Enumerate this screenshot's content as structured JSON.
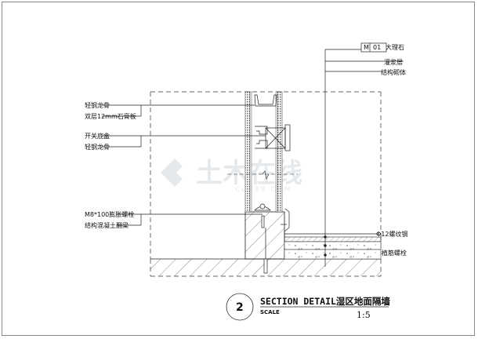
{
  "drawing": {
    "tag": {
      "code": "M",
      "number": "01",
      "material": "大理石"
    },
    "right_labels": [
      "灌浆层",
      "结构砌体"
    ],
    "left_labels": [
      {
        "text": "轻钢龙骨"
      },
      {
        "text": "双层12mm石膏板"
      },
      {
        "text": "开关底盒"
      },
      {
        "text": "轻钢龙骨"
      },
      {
        "text": "M8*100膨胀螺栓"
      },
      {
        "text": "结构混凝土翻梁"
      }
    ],
    "bottom_right_labels": [
      "Φ12螺纹钢",
      "植筋螺栓"
    ],
    "watermark": {
      "main": "土木在线",
      "sub": "CO188.COM"
    }
  },
  "title_block": {
    "number": "2",
    "title": "SECTION DETAIL湿区地面隔墙",
    "scale_label": "SCALE",
    "scale_value": "1:5"
  },
  "colors": {
    "line": "#222222",
    "frame": "#8a8a8a",
    "hatch": "#555555",
    "watermark": "#e6e9ec"
  }
}
